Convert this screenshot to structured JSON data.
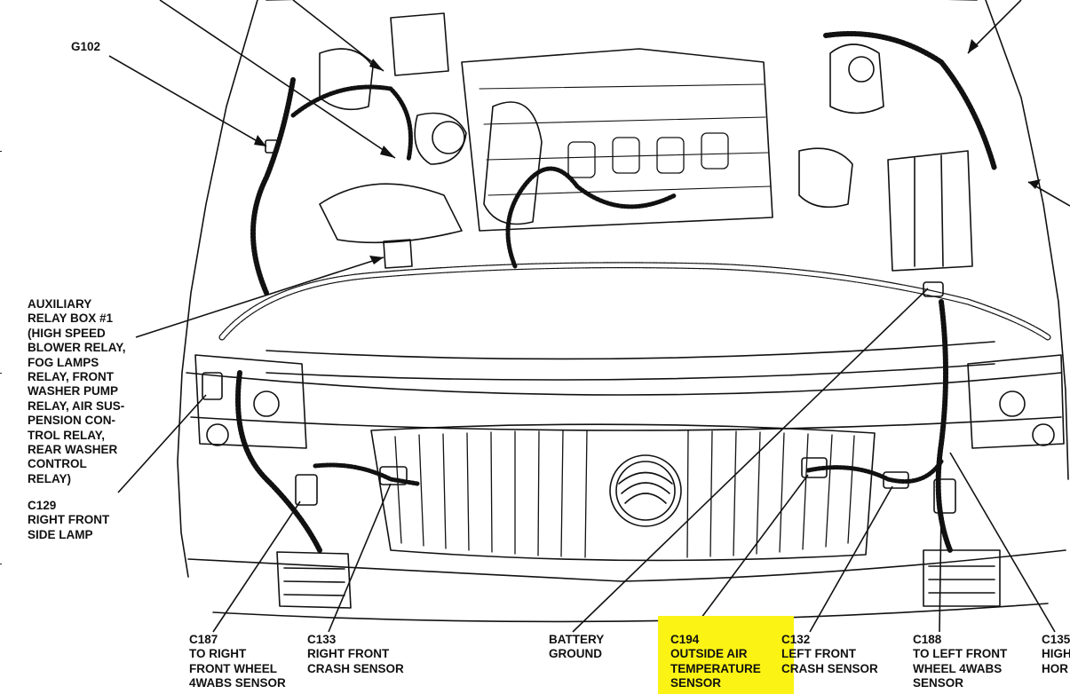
{
  "labels": {
    "g102": [
      "G102"
    ],
    "aux_relay": [
      "AUXILIARY",
      "RELAY BOX #1",
      "(HIGH SPEED",
      "BLOWER RELAY,",
      "FOG LAMPS",
      "RELAY, FRONT",
      "WASHER PUMP",
      "RELAY, AIR SUS-",
      "PENSION CON-",
      "TROL RELAY,",
      "REAR WASHER",
      "CONTROL",
      "RELAY)"
    ],
    "c129": [
      "C129",
      "RIGHT FRONT",
      "SIDE LAMP"
    ],
    "c187": [
      "C187",
      "TO RIGHT",
      "FRONT WHEEL",
      "4WABS SENSOR"
    ],
    "c133": [
      "C133",
      "RIGHT FRONT",
      "CRASH SENSOR"
    ],
    "battery_ground": [
      "BATTERY",
      "GROUND"
    ],
    "c194": [
      "C194",
      "OUTSIDE AIR",
      "TEMPERATURE",
      "SENSOR"
    ],
    "c132": [
      "C132",
      "LEFT FRONT",
      "CRASH SENSOR"
    ],
    "c188": [
      "C188",
      "TO LEFT FRONT",
      "WHEEL 4WABS",
      "SENSOR"
    ],
    "c135": [
      "C135",
      "HIGH",
      "HOR"
    ]
  },
  "colors": {
    "ink": "#111111",
    "highlight": "#fbf314",
    "paper": "#ffffff"
  }
}
